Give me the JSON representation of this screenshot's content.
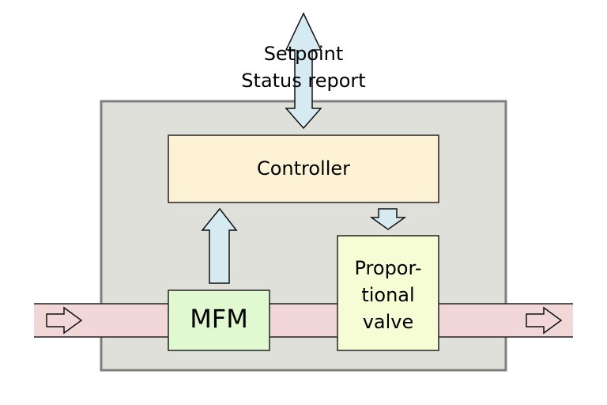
{
  "external": {
    "line1": "Setpoint",
    "line2": "Status report"
  },
  "blocks": {
    "controller": "Controller",
    "mfm": "MFM",
    "valve": [
      "Propor-",
      "tional",
      "valve"
    ]
  },
  "colors": {
    "housing": "#e0e0da",
    "housing_stroke": "#7f7f7f",
    "pipe": "#f2d7d8",
    "controller": "#fdf3d4",
    "mfm": "#e1f9d1",
    "valve": "#f6fcd4",
    "signal_arrow": "#d6eaf2",
    "flow_arrow": "#f2d7d8"
  }
}
